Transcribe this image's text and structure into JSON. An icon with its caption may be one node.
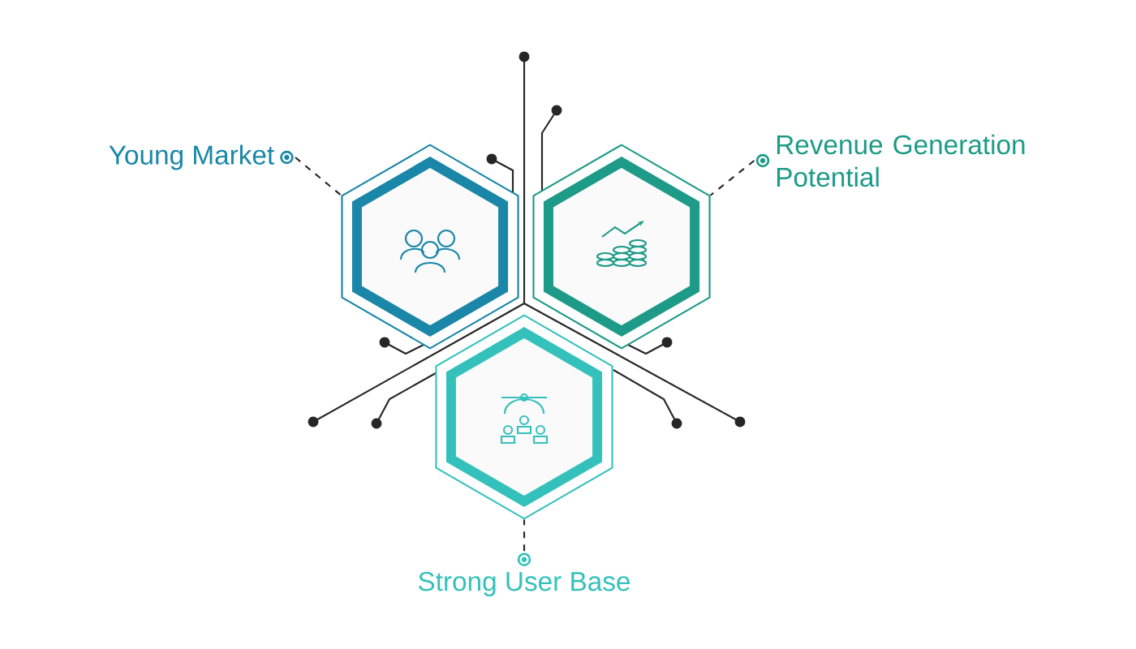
{
  "diagram": {
    "nodes": [
      {
        "text": [
          "Young Market"
        ]
      },
      {
        "text": [],
        "shape": "hexagon"
      },
      {
        "text": [
          "Revenue Generation Potential"
        ]
      },
      {
        "text": [],
        "shape": "hexagon"
      },
      {
        "text": [
          "Strong User Base"
        ]
      },
      {
        "text": [],
        "shape": "hexagon"
      }
    ],
    "edges": [
      {
        "from": 0,
        "to": 1,
        "arrow": "none",
        "style": "dashed"
      },
      {
        "from": 2,
        "to": 3,
        "arrow": "none",
        "style": "dashed"
      },
      {
        "from": 4,
        "to": 5,
        "arrow": "none",
        "style": "dashed"
      }
    ]
  }
}
